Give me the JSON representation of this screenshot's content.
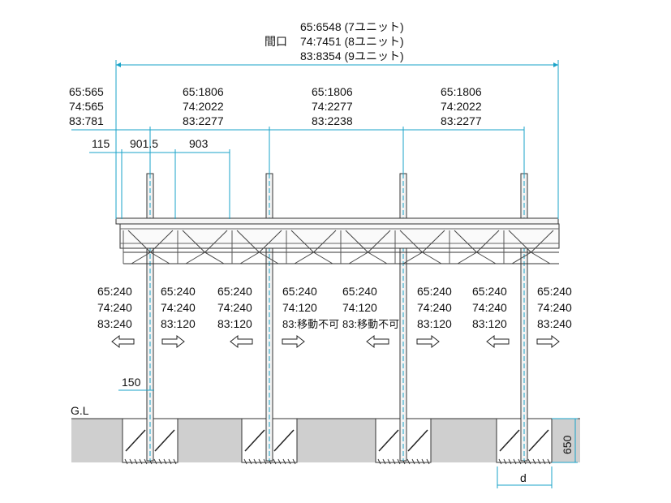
{
  "overall": {
    "lines": [
      "65:6548 (7ユニット)",
      "74:7451 (8ユニット)",
      "83:8354 (9ユニット)"
    ],
    "prefix": "間口"
  },
  "spans": [
    {
      "lines": [
        "65:565",
        "74:565",
        "83:781"
      ]
    },
    {
      "lines": [
        "65:1806",
        "74:2022",
        "83:2277"
      ]
    },
    {
      "lines": [
        "65:1806",
        "74:2277",
        "83:2238"
      ]
    },
    {
      "lines": [
        "65:1806",
        "74:2022",
        "83:2277"
      ]
    }
  ],
  "sub_dims": [
    "115",
    "901.5",
    "903"
  ],
  "bay_labels": [
    {
      "lines": [
        "65:240",
        "74:240",
        "83:240"
      ],
      "arrow": "left"
    },
    {
      "lines": [
        "65:240",
        "74:240",
        "83:120"
      ],
      "arrow": "right"
    },
    {
      "lines": [
        "65:240",
        "74:240",
        "83:120"
      ],
      "arrow": "left"
    },
    {
      "lines": [
        "65:240",
        "74:120",
        "83:移動不可"
      ],
      "arrow": "right"
    },
    {
      "lines": [
        "65:240",
        "74:120",
        "83:移動不可"
      ],
      "arrow": "left"
    },
    {
      "lines": [
        "65:240",
        "74:240",
        "83:120"
      ],
      "arrow": "right"
    },
    {
      "lines": [
        "65:240",
        "74:240",
        "83:120"
      ],
      "arrow": "left"
    },
    {
      "lines": [
        "65:240",
        "74:240",
        "83:240"
      ],
      "arrow": "right"
    }
  ],
  "post_width_label": "150",
  "ground_label": "G.L",
  "foundation_depth_label": "650",
  "foundation_width_label": "d",
  "colors": {
    "dimension": "#1aa3c8",
    "ground": "#cfcfcf",
    "ink": "#222222"
  }
}
